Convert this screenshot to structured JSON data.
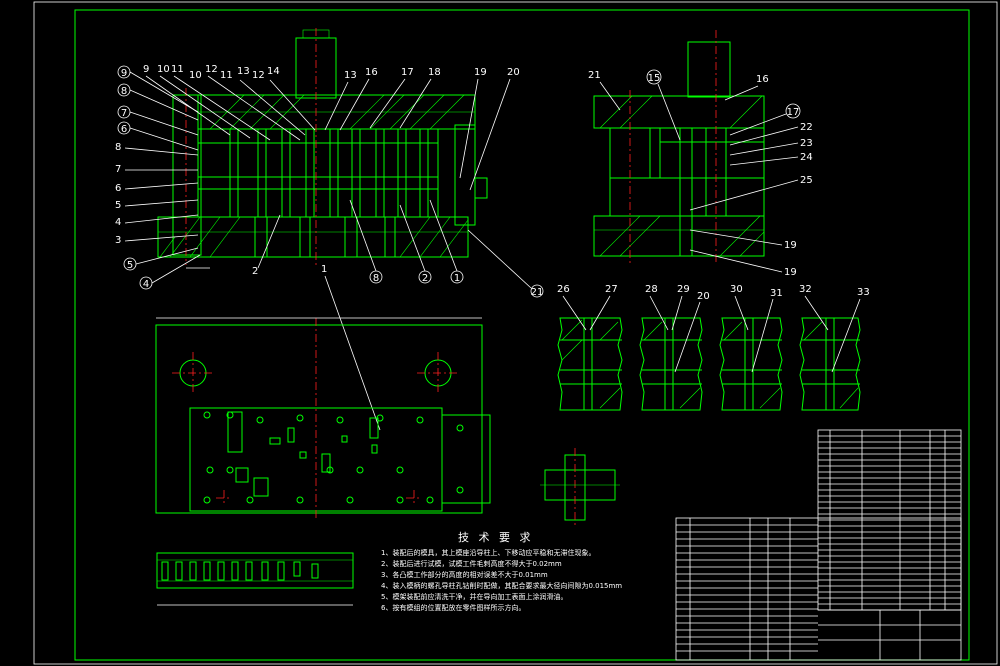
{
  "drawing": {
    "callouts_top_left": [
      "9",
      "10",
      "11",
      "12",
      "13",
      "14",
      "13",
      "16",
      "17",
      "18",
      "19",
      "20"
    ],
    "callouts_second_row": [
      "10",
      "11",
      "12"
    ],
    "callouts_left_circled": [
      "9",
      "8",
      "7",
      "6",
      "5",
      "4"
    ],
    "callouts_left_plain": [
      "8",
      "7",
      "6",
      "5",
      "4",
      "3"
    ],
    "callouts_bottom_left": [
      "2",
      "1",
      "8",
      "2",
      "1",
      "21"
    ],
    "callouts_right_view": [
      "21",
      "15",
      "16",
      "17",
      "22",
      "23",
      "24",
      "25",
      "19",
      "19"
    ],
    "callouts_detail": [
      "26",
      "27",
      "28",
      "29",
      "20",
      "30",
      "31",
      "32",
      "33"
    ],
    "tech_title": "技 术 要 求",
    "tech_requirements": [
      "1、装配后的模具，其上模座沿导柱上、下移动应平稳和无滞住现象。",
      "2、装配后进行试模，试模工件毛刺高度不得大于0.02mm",
      "3、各凸模工作部分的高度的相对误差不大于0.01mm",
      "4、装入模柄的螺孔导柱孔钻削时配做，其配合要求最大径向间隙为0.015mm",
      "5、模架装配前应清洗干净，并在导向加工表面上涂润滑油。",
      "6、按有模组的位置配放在零件图样所示方向。"
    ]
  }
}
